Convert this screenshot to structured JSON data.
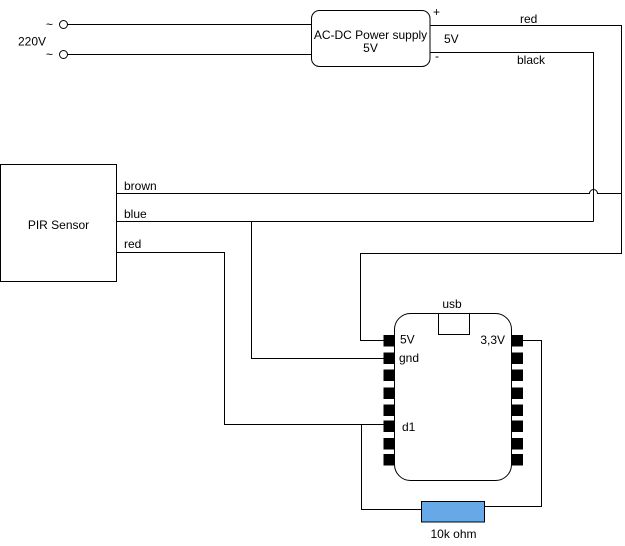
{
  "colors": {
    "background": "#ffffff",
    "wire": "#000000",
    "pin_fill": "#000000",
    "resistor_fill": "#66A9E6"
  },
  "ac_source": {
    "label": "220V",
    "phase1": "~",
    "phase2": "~"
  },
  "power_supply": {
    "name": "AC-DC Power supply",
    "voltage": "5V",
    "plus": "+",
    "minus": "-",
    "output_voltage": "5V",
    "wire_red": "red",
    "wire_black": "black"
  },
  "pir_sensor": {
    "name": "PIR Sensor",
    "wire_brown": "brown",
    "wire_blue": "blue",
    "wire_red": "red"
  },
  "mcu": {
    "usb": "usb",
    "pin_5v": "5V",
    "pin_gnd": "gnd",
    "pin_d1": "d1",
    "pin_3v3": "3,3V"
  },
  "resistor": {
    "label": "10k ohm"
  }
}
